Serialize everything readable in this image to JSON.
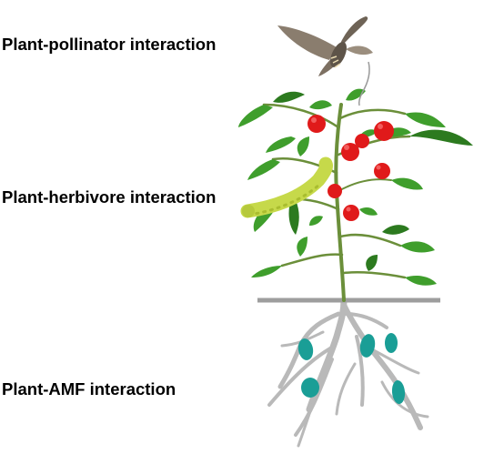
{
  "labels": {
    "pollinator": "Plant-pollinator interaction",
    "herbivore": "Plant-herbivore interaction",
    "amf": "Plant-AMF interaction"
  },
  "colors": {
    "text": "#000000",
    "leaf": "#3f9e2c",
    "leaf_dark": "#2c7a1f",
    "stem": "#6b8f3a",
    "tomato": "#e01a1a",
    "soil_line": "#9e9e9e",
    "root": "#b9b9b9",
    "amf_spore": "#1a9e96",
    "caterpillar": "#c6d94a",
    "moth": "#8a7d6e"
  },
  "icons": {
    "pollinator": "moth-icon",
    "herbivore": "caterpillar-icon",
    "plant": "tomato-plant-icon",
    "amf": "fungal-spore-icon"
  }
}
